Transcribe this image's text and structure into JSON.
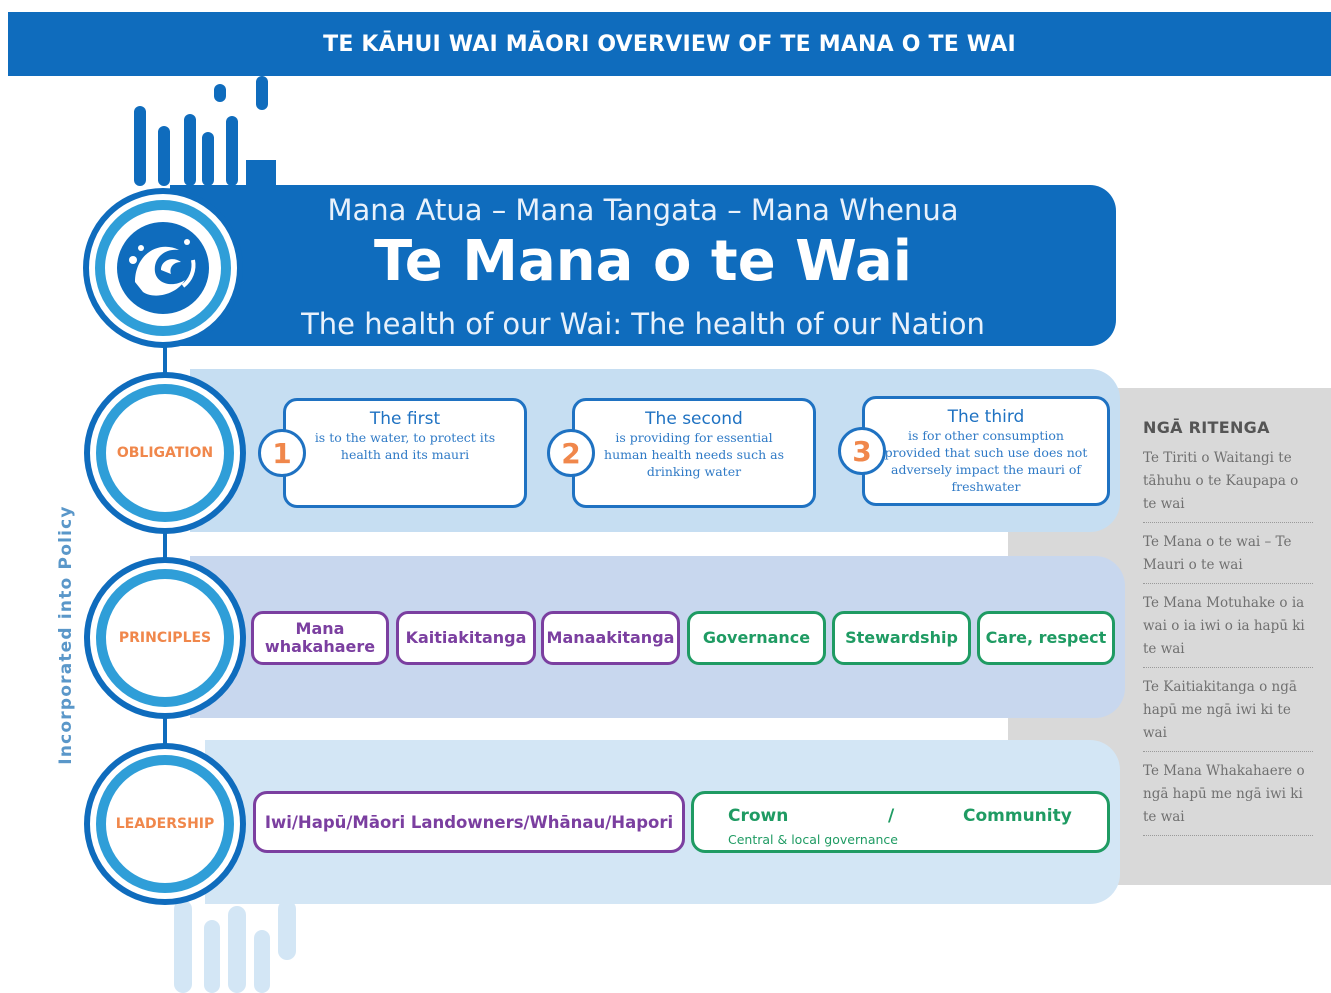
{
  "banner": {
    "title": "TE KĀHUI WAI MĀORI OVERVIEW OF TE MANA O TE WAI"
  },
  "header": {
    "subtitle": "Mana Atua – Mana Tangata – Mana Whenua",
    "title": "Te Mana o te Wai",
    "tagline": "The health of our Wai: The health of our Nation"
  },
  "side_label": "Incorporated into Policy",
  "rows": {
    "obligation": {
      "label": "OBLIGATION",
      "cards": [
        {
          "number": "1",
          "title": "The first",
          "body": "is to the water, to protect its health and its mauri"
        },
        {
          "number": "2",
          "title": "The second",
          "body": "is providing for essential human health needs such as drinking water"
        },
        {
          "number": "3",
          "title": "The third",
          "body": "is for other consumption provided that such use does not adversely impact the mauri of freshwater"
        }
      ]
    },
    "principles": {
      "label": "PRINCIPLES",
      "items": [
        "Mana whakahaere",
        "Kaitiakitanga",
        "Manaakitanga",
        "Governance",
        "Stewardship",
        "Care, respect"
      ]
    },
    "leadership": {
      "label": "LEADERSHIP",
      "maori": "Iwi/Hapū/Māori Landowners/Whānau/Hapori",
      "crown": "Crown",
      "separator": "/",
      "community": "Community",
      "crown_sub": "Central & local governance"
    }
  },
  "side_panel": {
    "heading": "NGĀ RITENGA",
    "items": [
      "Te Tiriti o Waitangi te tāhuhu o te Kaupapa o te wai",
      "Te Mana o te wai – Te Mauri o te wai",
      "Te Mana Motuhake o ia wai o ia iwi o ia hapū ki te wai",
      "Te Kaitiakitanga o ngā hapū me ngā iwi ki te wai",
      "Te Mana Whakahaere o ngā hapū me ngā iwi ki te wai"
    ]
  },
  "colors": {
    "primary_blue": "#0f6cbd",
    "accent_orange": "#f0874b",
    "purple": "#7b3fa0",
    "green": "#1f9b63",
    "light_blue": "#c6def2",
    "grey_panel": "#d9d9d9"
  },
  "icons": [
    "water-drips-decoration",
    "wave-logo-icon"
  ]
}
